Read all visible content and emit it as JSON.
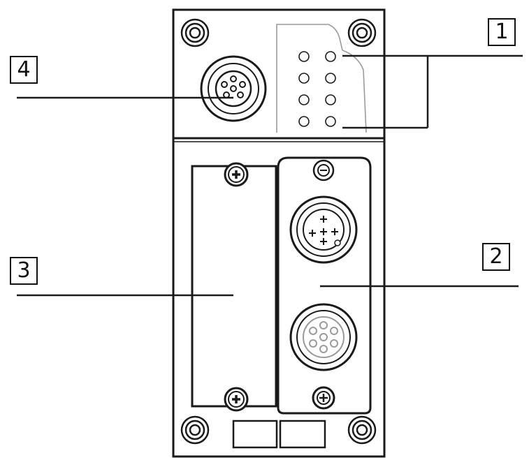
{
  "callouts": {
    "c1": "1",
    "c2": "2",
    "c3": "3",
    "c4": "4"
  },
  "colors": {
    "stroke": "#1a1a1a",
    "light_stroke": "#9a9a9a",
    "background": "#ffffff"
  }
}
